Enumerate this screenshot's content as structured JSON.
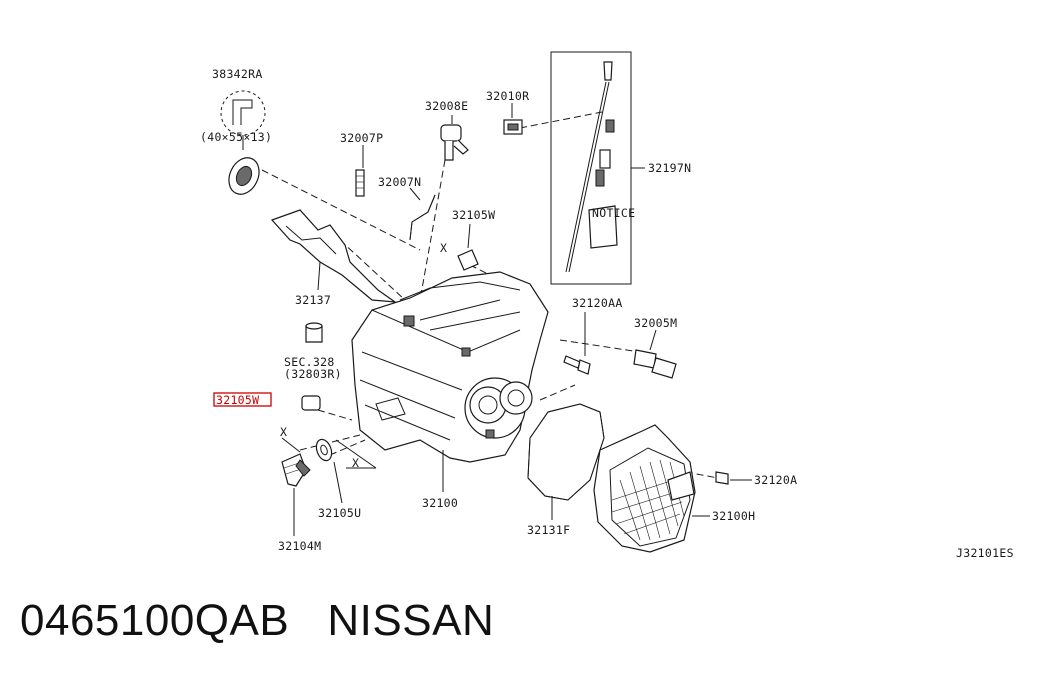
{
  "diagram": {
    "labels": {
      "p38342RA": "38342RA",
      "seal_size": "(40×55×13)",
      "p32007P": "32007P",
      "p32008E": "32008E",
      "p32010R": "32010R",
      "p32007N": "32007N",
      "p32197N": "32197N",
      "p32105W_top": "32105W",
      "p32137": "32137",
      "p32120AA": "32120AA",
      "p32005M": "32005M",
      "sec328": "SEC.328",
      "sec328_sub": "(32803R)",
      "p32105W_highlight": "32105W",
      "p32120A": "32120A",
      "p32100": "32100",
      "p32100H": "32100H",
      "p32105U": "32105U",
      "p32131F": "32131F",
      "p32104M": "32104M",
      "diagram_code": "J32101ES",
      "x_mark": "X",
      "notice": "NOTICE"
    },
    "highlight_color": "#cc0000"
  },
  "footer": {
    "part_number": "0465100QAB",
    "brand": "NISSAN"
  }
}
